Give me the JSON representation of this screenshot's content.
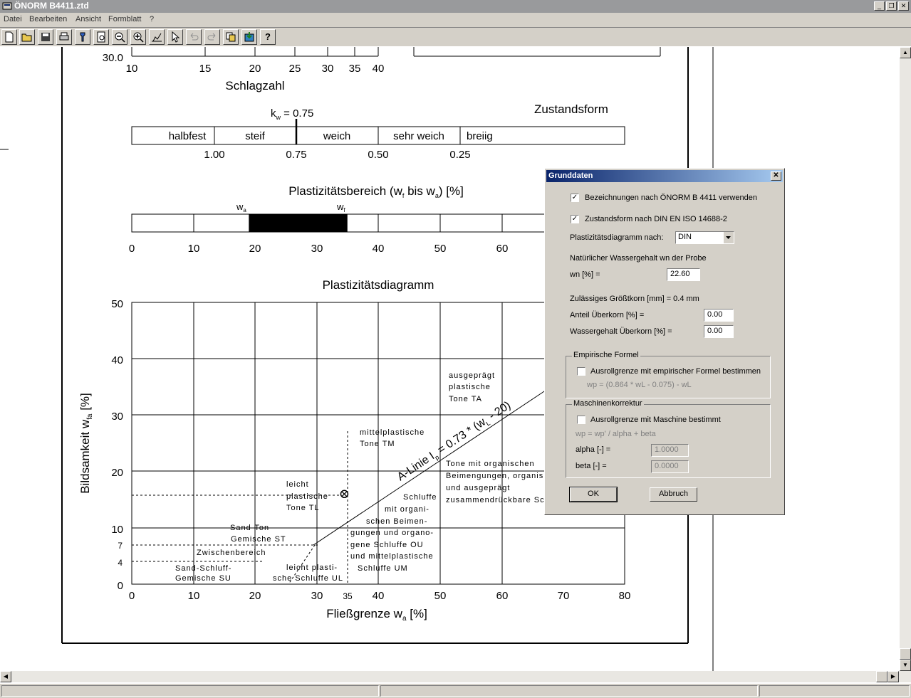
{
  "window": {
    "title": "ÖNORM B4411.ztd"
  },
  "menu": [
    "Datei",
    "Bearbeiten",
    "Ansicht",
    "Formblatt",
    "?"
  ],
  "toolbar": {
    "icons": [
      "new-icon",
      "open-icon",
      "save-icon",
      "print-icon",
      "tool-icon",
      "preview-icon",
      "zoom-out-icon",
      "zoom-in-icon",
      "chart-icon",
      "pointer-icon",
      "undo-icon",
      "redo-icon",
      "copy-icon",
      "export-icon",
      "help-icon"
    ],
    "help_label": "?"
  },
  "sheet": {
    "schlag": {
      "y_value": "30.0",
      "ticks": [
        "10",
        "15",
        "20",
        "25",
        "30",
        "35",
        "40"
      ],
      "label": "Schlagzahl"
    },
    "zustand": {
      "title": "Zustandsform",
      "kw_symbol": "k",
      "kw_sub": "w",
      "kw_value": " = 0.75",
      "kw": 0.75,
      "segments": [
        "halbfest",
        "steif",
        "weich",
        "sehr weich",
        "breiig"
      ],
      "ticks": [
        "1.00",
        "0.75",
        "0.50",
        "0.25"
      ]
    },
    "plast_bereich": {
      "title_a": "Plastizitätsbereich (w",
      "title_sub1": "f",
      "title_b": " bis w",
      "title_sub2": "a",
      "title_c": ") [%]",
      "wa_label": "w",
      "wa_sub": "a",
      "wf_label": "w",
      "wf_sub": "f",
      "range_from": 19,
      "range_to": 35,
      "ticks": [
        "0",
        "10",
        "20",
        "30",
        "40",
        "50",
        "60"
      ]
    },
    "plast_diagramm": {
      "title": "Plastizitätsdiagramm",
      "y_ticks": [
        "50",
        "40",
        "30",
        "20",
        "10",
        "7",
        "4",
        "0"
      ],
      "x_ticks": [
        "0",
        "10",
        "20",
        "30",
        "35",
        "40",
        "50",
        "60",
        "70",
        "80"
      ],
      "ylabel_a": "Bildsamkeit w",
      "ylabel_sub": "fa",
      "ylabel_b": " [%]",
      "xlabel_a": "Fließgrenze w",
      "xlabel_sub": "a",
      "xlabel_b": " [%]",
      "aline_a": "A-Linie I",
      "aline_sub1": "p",
      "aline_b": " = 0.73 * (w",
      "aline_sub2": "L",
      "aline_c": " - 20)",
      "regions": {
        "ausgepraegt": [
          "ausgeprägt",
          "plastische",
          "Tone TA"
        ],
        "mittel": [
          "mittelplastische",
          "Tone TM"
        ],
        "leicht": [
          "leicht",
          "plastische",
          "Tone TL"
        ],
        "organisch": [
          "Tone mit organischen",
          "Beimengungen, organis",
          "und ausgeprägt",
          "zusammendrückbare Sc"
        ],
        "schluffe": [
          "Schluffe",
          "mit organi-",
          "schen Beimen-",
          "gungen und organo-",
          "gene Schluffe OU",
          "und mittelplastische",
          "Schluffe UM"
        ],
        "sandton": [
          "Sand-Ton-",
          "Gemische ST"
        ],
        "zwischen": [
          "Zwischenbereich"
        ],
        "sandschluff": [
          "Sand-Schluff-",
          "Gemische SU"
        ],
        "leichtschluff": [
          "leicht plasti-",
          "sche Schluffe UL"
        ]
      },
      "sample_point": {
        "wa": 34.5,
        "wfa": 16
      }
    }
  },
  "dialog": {
    "title": "Grunddaten",
    "close_label": "✕",
    "chk1": {
      "label": "Bezeichnungen nach ÖNORM B 4411 verwenden",
      "checked": "✓"
    },
    "chk2": {
      "label": "Zustandsform nach DIN EN ISO 14688-2",
      "checked": "✓"
    },
    "plast_label": "Plastizitätsdiagramm nach:",
    "plast_value": "DIN",
    "wn_heading": "Natürlicher Wassergehalt wn der Probe",
    "wn_label": "wn [%] =",
    "wn_value": "22.60",
    "groesstkorn": "Zulässiges Größtkorn [mm] = 0.4 mm",
    "anteil_label": "Anteil Überkorn [%] =",
    "anteil_value": "0.00",
    "wasser_label": "Wassergehalt Überkorn [%] =",
    "wasser_value": "0.00",
    "emp": {
      "legend": "Empirische Formel",
      "chk_label": "Ausrollgrenze mit empirischer Formel bestimmen",
      "formula": "wp = (0.864 * wL - 0.075) - wL"
    },
    "masch": {
      "legend": "Maschinenkorrektur",
      "chk_label": "Ausrollgrenze mit Maschine bestimmt",
      "formula": "wp = wp' / alpha + beta",
      "alpha_label": "alpha [-] =",
      "alpha_value": "1.0000",
      "beta_label": "beta [-] =",
      "beta_value": "0.0000"
    },
    "ok_label": "OK",
    "cancel_label": "Abbruch"
  }
}
